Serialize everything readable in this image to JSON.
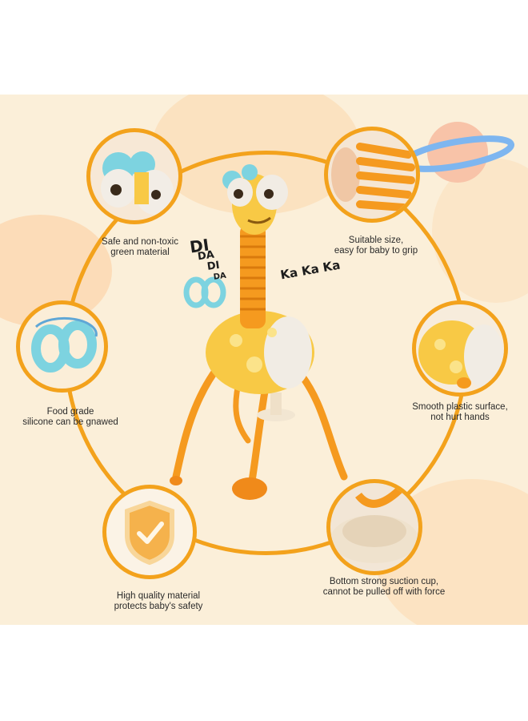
{
  "captions": {
    "safe": [
      "Safe and non-toxic",
      "green material"
    ],
    "size": [
      "Suitable size,",
      "easy for baby to grip"
    ],
    "food": [
      "Food grade",
      "silicone can be gnawed"
    ],
    "smooth": [
      "Smooth plastic surface,",
      "not hurt hands"
    ],
    "quality": [
      "High quality material",
      "protects baby's safety"
    ],
    "suction": [
      "Bottom strong suction cup,",
      "cannot be pulled off with force"
    ]
  },
  "sounds": {
    "left": [
      "DI",
      "DA",
      "DI",
      "DA"
    ],
    "right": "Ka Ka Ka"
  },
  "colors": {
    "background_panel": "#fbefd9",
    "ring": "#f3a21c",
    "toy_body": "#f8c945",
    "toy_neck": "#f59a1f",
    "accent_blue": "#7dd3e0"
  },
  "icons": [
    "toy-eyes-closeup",
    "hand-grip-closeup",
    "teether-closeup",
    "toy-body-closeup",
    "shield-check-icon",
    "suction-cup-closeup",
    "planet-decoration",
    "giraffe-toy"
  ]
}
